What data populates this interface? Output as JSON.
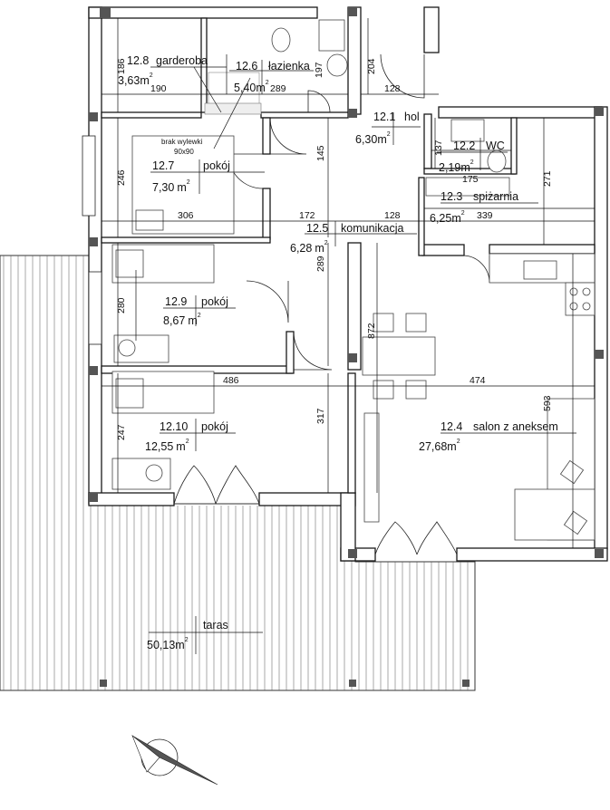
{
  "rooms": [
    {
      "number": "12.8",
      "name": "garderoba",
      "area": "3,63",
      "unit": "m",
      "exp": "2"
    },
    {
      "number": "12.6",
      "name": "łazienka",
      "area": "5,40",
      "unit": "m",
      "exp": "2"
    },
    {
      "number": "12.1",
      "name": "hol",
      "area": "6,30",
      "unit": "m",
      "exp": "2"
    },
    {
      "number": "12.2",
      "name": "WC",
      "area": "2,19",
      "unit": "m",
      "exp": "2"
    },
    {
      "number": "12.7",
      "name": "pokój",
      "area": "7,30",
      "unit": "m",
      "exp": "2"
    },
    {
      "number": "12.3",
      "name": "spiżarnia",
      "area": "6,25",
      "unit": "m",
      "exp": "2"
    },
    {
      "number": "12.5",
      "name": "komunikacja",
      "area": "6,28",
      "unit": "m",
      "exp": "2"
    },
    {
      "number": "12.9",
      "name": "pokój",
      "area": "8,67",
      "unit": "m",
      "exp": "2"
    },
    {
      "number": "12.10",
      "name": "pokój",
      "area": "12,55",
      "unit": "m",
      "exp": "2"
    },
    {
      "number": "12.4",
      "name": "salon z aneksem",
      "area": "27,68",
      "unit": "m",
      "exp": "2"
    }
  ],
  "terrace": {
    "name": "taras",
    "area": "50,13",
    "unit": "m",
    "exp": "2"
  },
  "note": {
    "line1": "brak wylewki",
    "line2": "90x90"
  },
  "dimensions": {
    "d186": "186",
    "d190": "190",
    "d197": "197",
    "d289a": "289",
    "d204": "204",
    "d128a": "128",
    "d137": "137",
    "d175": "175",
    "d271": "271",
    "d145": "145",
    "d246": "246",
    "d306": "306",
    "d172": "172",
    "d128b": "128",
    "d339": "339",
    "d289b": "289",
    "d280": "280",
    "d872": "872",
    "d486": "486",
    "d474": "474",
    "d247": "247",
    "d317": "317",
    "d593": "593"
  },
  "colors": {
    "wall": "#1a1a1a",
    "pillar": "#555555",
    "background": "#ffffff"
  }
}
